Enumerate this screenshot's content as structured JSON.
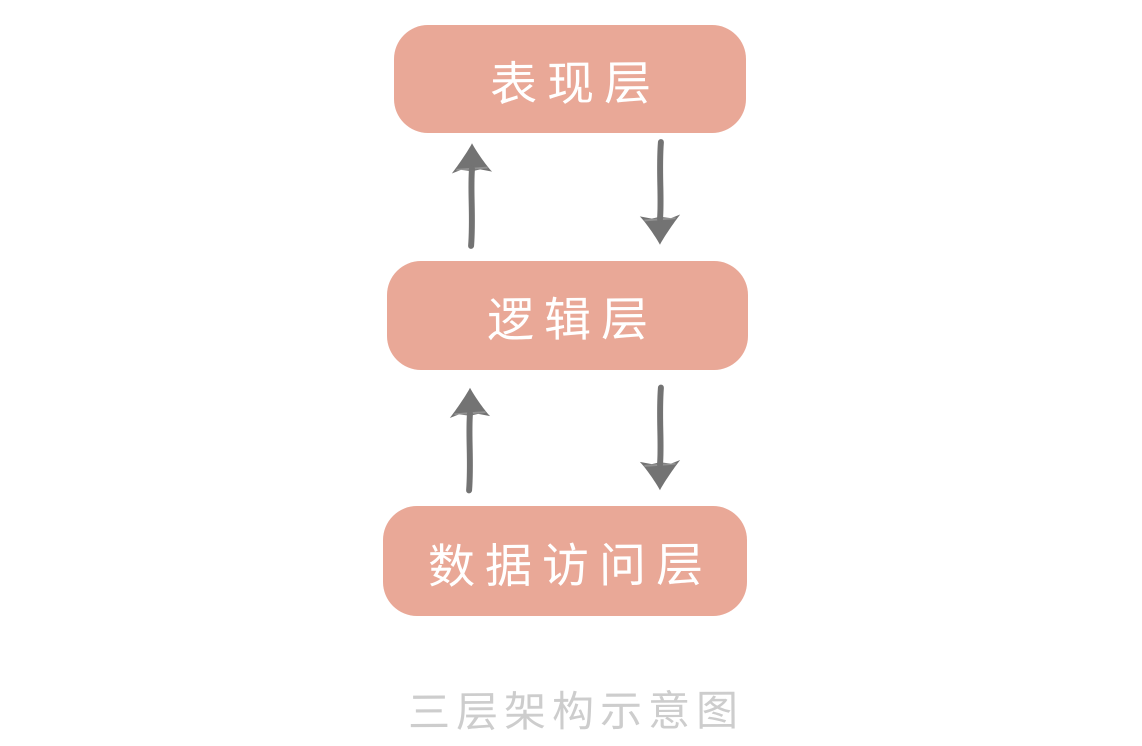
{
  "diagram": {
    "caption": "三层架构示意图",
    "layers": [
      {
        "id": "presentation",
        "label": "表现层"
      },
      {
        "id": "logic",
        "label": "逻辑层"
      },
      {
        "id": "data-access",
        "label": "数据访问层"
      }
    ],
    "arrows": [
      {
        "direction": "up",
        "between": "逻辑层 → 表现层"
      },
      {
        "direction": "down",
        "between": "表现层 → 逻辑层"
      },
      {
        "direction": "up",
        "between": "数据访问层 → 逻辑层"
      },
      {
        "direction": "down",
        "between": "逻辑层 → 数据访问层"
      }
    ],
    "colors": {
      "box_fill": "#E9A897",
      "box_text": "#FFFFFF",
      "arrow": "#737373",
      "caption": "#CDCDCD",
      "background": "#FFFFFF"
    }
  }
}
